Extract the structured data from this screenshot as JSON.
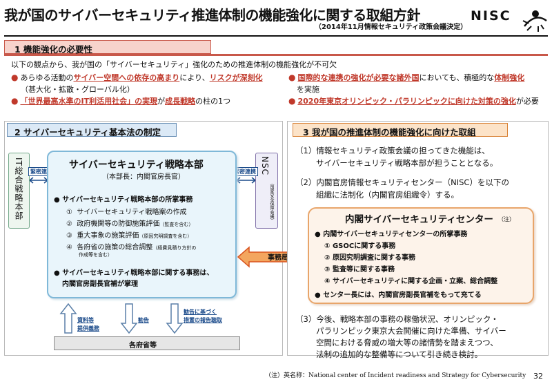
{
  "header": {
    "title": "我が国のサイバーセキュリティ推進体制の機能強化に関する取組方針",
    "subtitle": "（2014年11月情報セキュリティ政策会議決定）",
    "logo_text": "NISC"
  },
  "section1": {
    "heading": "1  機能強化の必要性",
    "intro": "以下の観点から、我が国の「サイバーセキュリティ」強化のための推進体制の機能強化が不可欠",
    "left": {
      "b1_pre": "あらゆる活動の",
      "b1_red1": "サイバー空間への依存の高まり",
      "b1_mid": "により、",
      "b1_red2": "リスクが深刻化",
      "b1_cont": "（甚大化・拡散・グローバル化）",
      "b2_red1": "「世界最高水準のIT利活用社会」の実現",
      "b2_mid": "が",
      "b2_red2": "成長戦略",
      "b2_post": "の柱の1つ"
    },
    "right": {
      "b1_red1": "国際的な連携の強化が必要な諸外国",
      "b1_mid": "においても、積極的な",
      "b1_red2": "体制強化",
      "b1_cont": "を実施",
      "b2_red1": "2020年東京オリンピック・パラリンピックに向けた対策の強化",
      "b2_post": "が必要"
    }
  },
  "section2": {
    "heading": "2  サイバーセキュリティ基本法の制定",
    "it_box": "IT総合戦略本部",
    "nsc_box": "NSC",
    "nsc_sub": "（国家安全保障会議）",
    "link_left": "緊密連携",
    "link_right": "緊密連携",
    "hq_title": "サイバーセキュリティ戦略本部",
    "hq_sub": "（本部長：内閣官房長官）",
    "hq_bullet1": "サイバーセキュリティ戦略本部の所掌事務",
    "hq_items": [
      {
        "num": "①",
        "text": "サイバーセキュリティ戦略案の作成",
        "note": ""
      },
      {
        "num": "②",
        "text": "政府機関等の防御施策評価",
        "note": "（監査を含む）"
      },
      {
        "num": "③",
        "text": "重大事象の施策評価",
        "note": "（原因究明調査を含む）"
      },
      {
        "num": "④",
        "text": "各府省の施策の総合調整",
        "note": "（経費見積り方針の"
      },
      {
        "num": "",
        "text": "",
        "note": "作成等を含む）"
      }
    ],
    "hq_bullet2_l1": "サイバーセキュリティ戦略本部に関する事務は、",
    "hq_bullet2_l2": "内閣官房副長官補が掌理",
    "arrow_materials_l1": "資料等",
    "arrow_materials_l2": "提供義務",
    "arrow_advice": "勧告",
    "arrow_report_l1": "勧告に基づく",
    "arrow_report_l2": "措置の報告聴取",
    "ministries": "各府省等",
    "secretariat": "事務局"
  },
  "section3": {
    "heading": "3  我が国の推進体制の機能強化に向けた取組",
    "p1_l1": "（1）情報セキュリティ政策会議の担ってきた機能は、",
    "p1_l2": "サイバーセキュリティ戦略本部が担うこととなる。",
    "p2_l1": "（2）内閣官房情報セキュリティセンター（NISC）を以下の",
    "p2_l2": "組織に法制化（内閣官房組織令）する。",
    "nisc_title": "内閣サイバーセキュリティセンター",
    "nisc_note": "（注）",
    "nisc_bullet1": "内閣サイバーセキュリティセンターの所掌事務",
    "nisc_items": [
      "① GSOCに関する事務",
      "② 原因究明調査に関する事務",
      "③ 監査等に関する事務",
      "④ サイバーセキュリティに関する企画・立案、総合調整"
    ],
    "nisc_bullet2": "センター長には、内閣官房副長官補をもって充てる",
    "p3_l1": "（3）今後、戦略本部の事務の稼働状況、オリンピック・",
    "p3_l2": "パラリンピック東京大会開催に向けた準備、サイバー",
    "p3_l3": "空間における脅威の増大等の諸情勢を踏まえつつ、",
    "p3_l4": "法制の追加的な整備等について引き続き検討。"
  },
  "footer": {
    "footnote": "（注）英名称：National center of Incident readiness and Strategy for Cybersecurity",
    "page_number": "32"
  },
  "colors": {
    "section1_accent": "#c8584a",
    "section2_accent": "#6a8fb5",
    "section3_accent": "#d9843a",
    "highlight_red": "#c0392b"
  }
}
